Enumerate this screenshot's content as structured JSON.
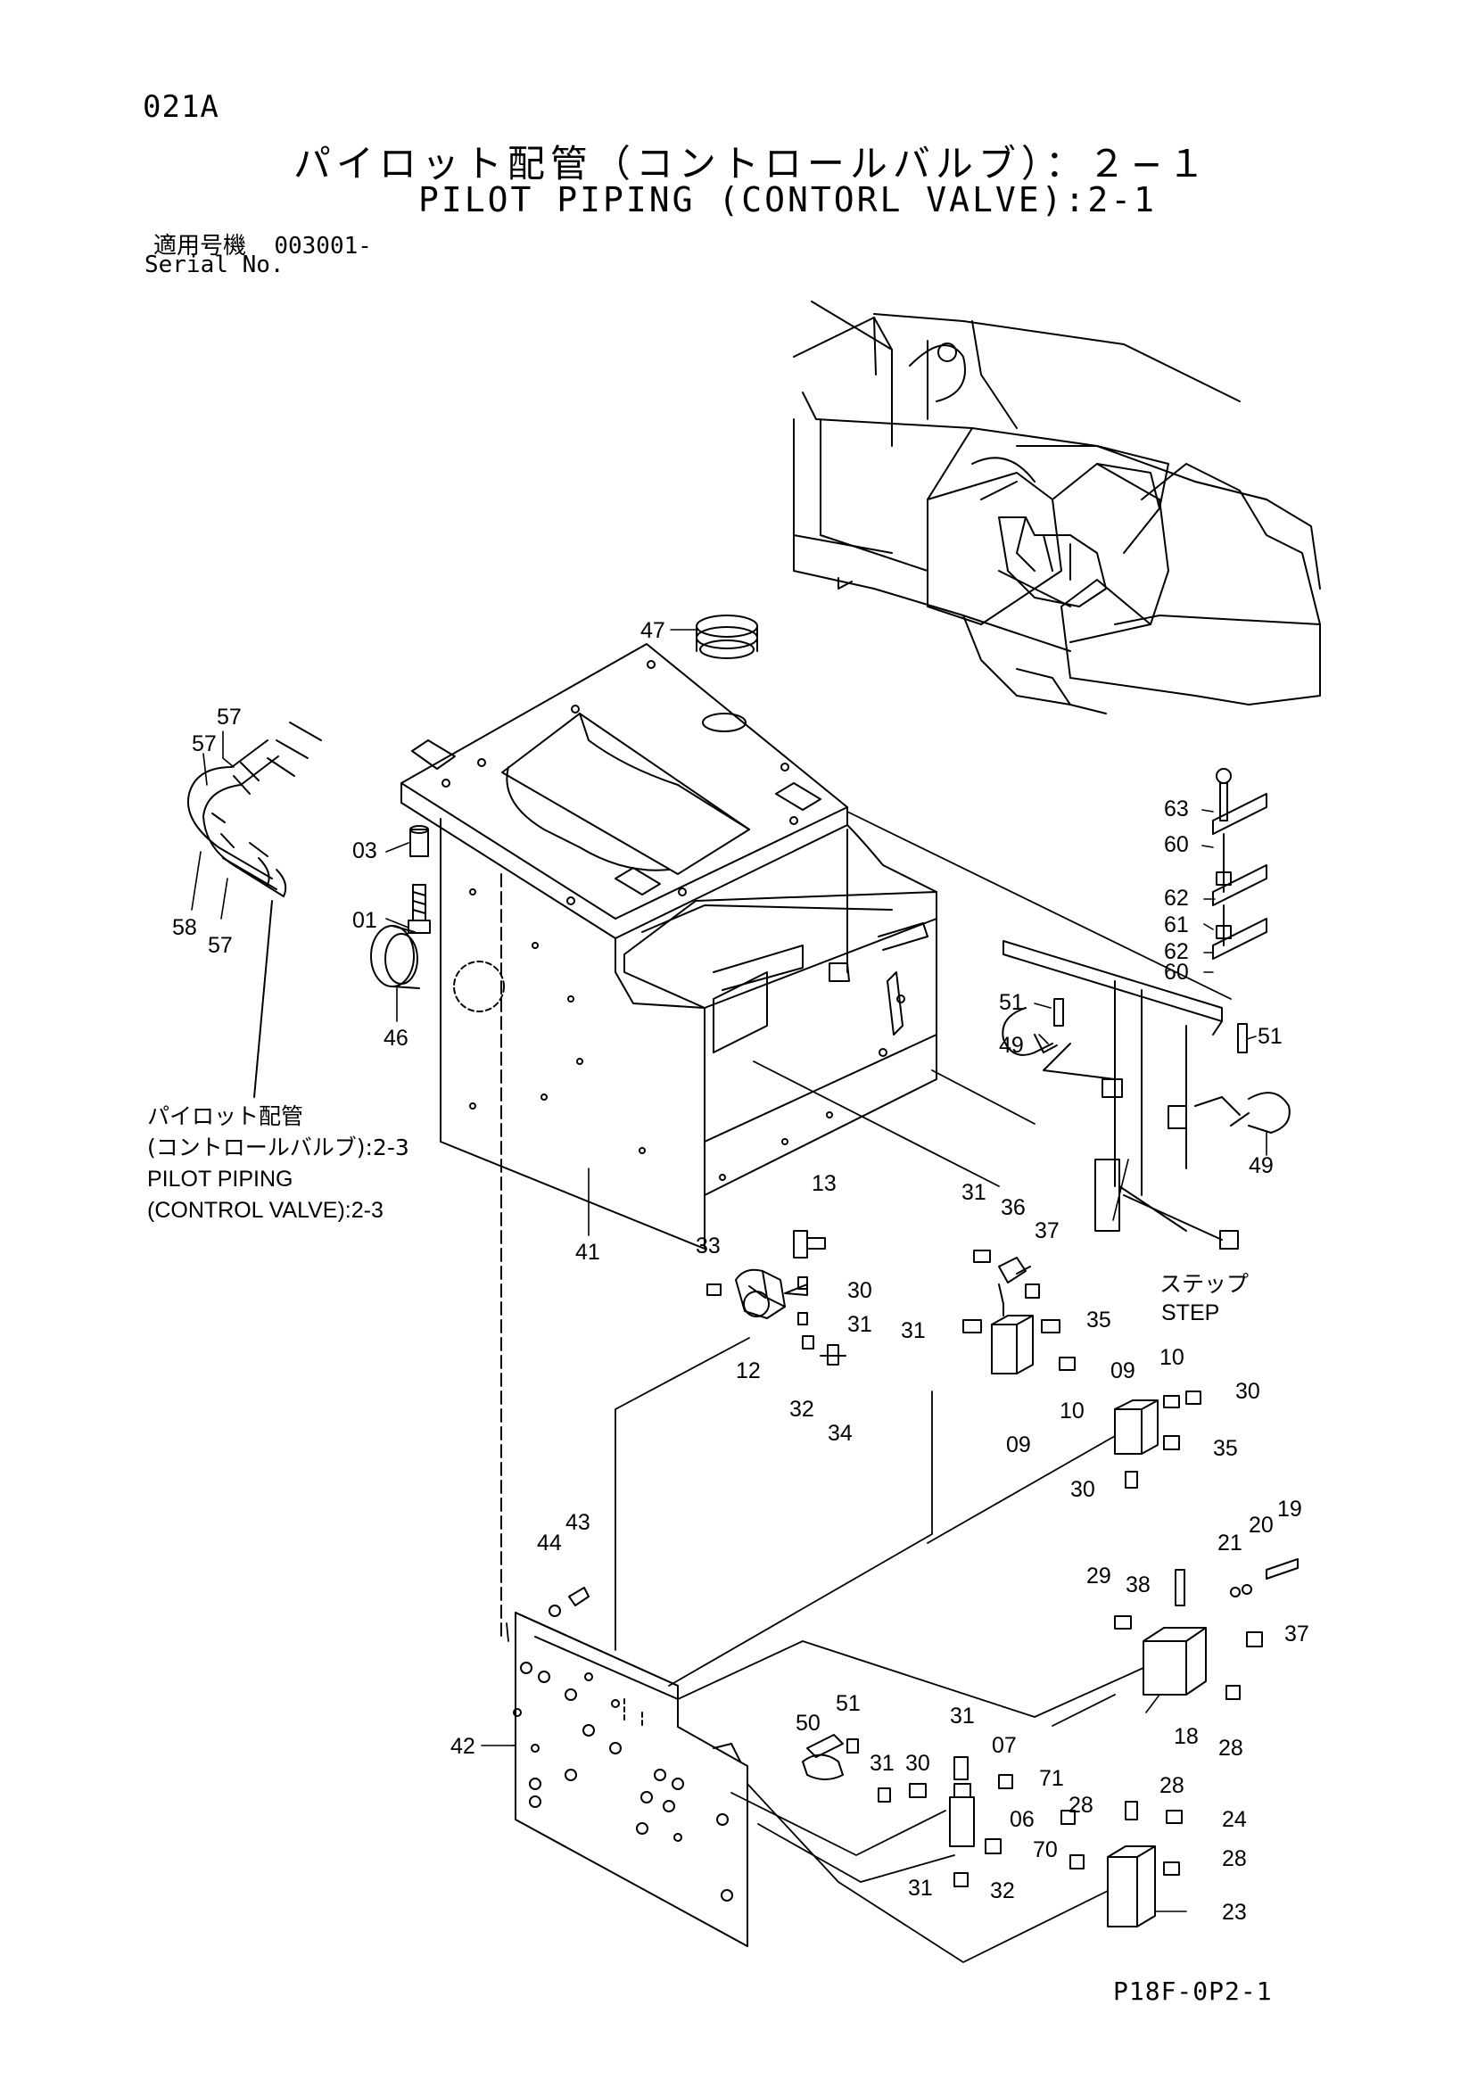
{
  "page_code": "021A",
  "title_jp": "パイロット配管（コントロールバルブ）：２−１",
  "title_en": "PILOT PIPING (CONTORL VALVE):2-1",
  "serial": {
    "label_jp": "適用号機",
    "number": "003001-",
    "label_en": "Serial No."
  },
  "reference_note": {
    "line1_jp": "パイロット配管",
    "line2_jp": "(コントロールバルブ):2-3",
    "line3_en": "PILOT PIPING",
    "line4_en": "(CONTROL VALVE):2-3"
  },
  "step_label": {
    "jp": "ステップ",
    "en": "STEP"
  },
  "callouts": [
    "01",
    "03",
    "06",
    "07",
    "09",
    "10",
    "12",
    "13",
    "18",
    "19",
    "20",
    "21",
    "23",
    "24",
    "28",
    "29",
    "30",
    "31",
    "32",
    "33",
    "34",
    "35",
    "36",
    "37",
    "38",
    "41",
    "42",
    "43",
    "44",
    "46",
    "47",
    "49",
    "50",
    "51",
    "57",
    "58",
    "60",
    "61",
    "62",
    "63",
    "70",
    "71"
  ],
  "drawing_number": "P18F-0P2-1"
}
